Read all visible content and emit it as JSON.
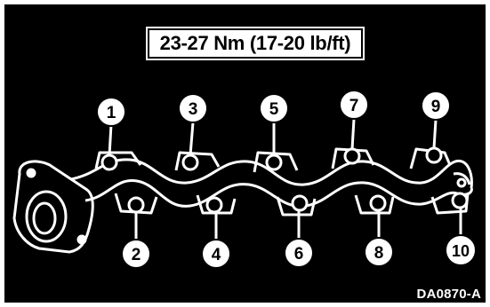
{
  "torque_spec": "23-27 Nm (17-20 lb/ft)",
  "figure_code": "DA0870-A",
  "bolt_labels": [
    "1",
    "2",
    "3",
    "4",
    "5",
    "6",
    "7",
    "8",
    "9",
    "10"
  ],
  "colors": {
    "background": "#000000",
    "line_art": "#ffffff",
    "label_box": "#ffffff"
  }
}
